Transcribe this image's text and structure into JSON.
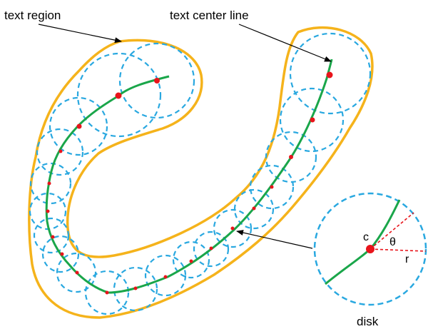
{
  "labels": {
    "text_region": "text region",
    "text_center_line": "text center line",
    "disk": "disk",
    "center": "c",
    "angle": "θ",
    "radius": "r"
  },
  "colors": {
    "region_outline": "#f5b31b",
    "disk_outline": "#29a8e0",
    "center_line": "#1aa64a",
    "center_point": "#e8141b",
    "arrow": "#000000",
    "text": "#000000"
  }
}
